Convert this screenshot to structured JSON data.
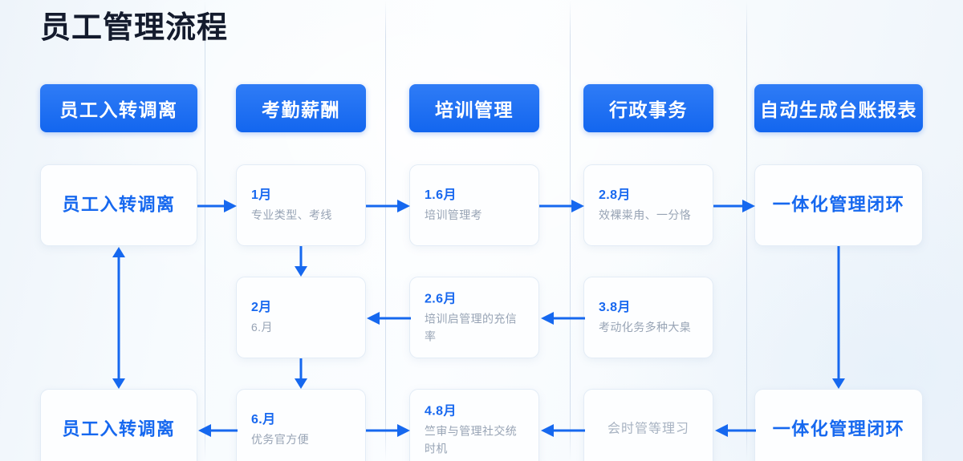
{
  "page": {
    "title": "员工管理流程",
    "accent": "#1668ef",
    "accent_dark": "#1366ef",
    "card_title_color": "#1868ef",
    "card_sub_color": "#98a4b5",
    "background": "#f4f8fc"
  },
  "columns": [
    {
      "id": "col-1",
      "header": "员工入转调离"
    },
    {
      "id": "col-2",
      "header": "考勤薪酬"
    },
    {
      "id": "col-3",
      "header": "培训管理"
    },
    {
      "id": "col-4",
      "header": "行政事务"
    },
    {
      "id": "col-5",
      "header": "自动生成台账报表"
    }
  ],
  "rows": [
    {
      "id": "row-1",
      "cards": [
        {
          "id": "r1c1",
          "style": "centered-blue",
          "main": "员工入转调离"
        },
        {
          "id": "r1c2",
          "style": "titled",
          "title": "1月",
          "sub": "专业类型、考线"
        },
        {
          "id": "r1c3",
          "style": "titled",
          "title": "1.6月",
          "sub": "培训管理考"
        },
        {
          "id": "r1c4",
          "style": "titled",
          "title": "2.8月",
          "sub": "效裸粜甪、一分恪"
        },
        {
          "id": "r1c5",
          "style": "centered-blue",
          "main": "一体化管理闭环"
        }
      ]
    },
    {
      "id": "row-2",
      "cards": [
        {
          "id": "r2c1",
          "style": "empty",
          "main": ""
        },
        {
          "id": "r2c2",
          "style": "titled",
          "title": "2月",
          "sub": "6.月"
        },
        {
          "id": "r2c3",
          "style": "titled",
          "title": "2.6月",
          "sub": "培训启管理的充信率"
        },
        {
          "id": "r2c4",
          "style": "titled",
          "title": "3.8月",
          "sub": "考动化务多种大臬"
        },
        {
          "id": "r2c5",
          "style": "empty",
          "main": ""
        }
      ]
    },
    {
      "id": "row-3",
      "cards": [
        {
          "id": "r3c1",
          "style": "centered-blue",
          "main": "员工入转调离"
        },
        {
          "id": "r3c2",
          "style": "titled",
          "title": "6.月",
          "sub": "优务官方便"
        },
        {
          "id": "r3c3",
          "style": "titled",
          "title": "4.8月",
          "sub": "竺审与管理社交统时机"
        },
        {
          "id": "r3c4",
          "style": "centered-muted",
          "main": "会时管等理习"
        },
        {
          "id": "r3c5",
          "style": "centered-blue",
          "main": "一体化管理闭环"
        }
      ]
    }
  ],
  "connectors": [
    {
      "id": "arrow-r1-c1-to-c2",
      "direction": "right"
    },
    {
      "id": "arrow-r1-c2-to-c3",
      "direction": "right"
    },
    {
      "id": "arrow-r1-c3-to-c4",
      "direction": "right"
    },
    {
      "id": "arrow-r1-c4-to-c5",
      "direction": "right"
    },
    {
      "id": "arrow-col2-r1-to-r2",
      "direction": "down"
    },
    {
      "id": "arrow-col2-r2-to-r3",
      "direction": "down"
    },
    {
      "id": "arrow-r2-c3-to-c2",
      "direction": "left"
    },
    {
      "id": "arrow-r2-c4-to-c3",
      "direction": "left"
    },
    {
      "id": "arrow-r3-c2-to-c1",
      "direction": "left"
    },
    {
      "id": "arrow-r3-c3-to-c2",
      "direction": "right"
    },
    {
      "id": "arrow-r3-c4-to-c3",
      "direction": "left"
    },
    {
      "id": "arrow-r3-c5-to-c4",
      "direction": "left"
    },
    {
      "id": "arrow-col1-vertical-double",
      "direction": "up-down"
    },
    {
      "id": "arrow-col5-r1-to-r3",
      "direction": "down"
    }
  ]
}
